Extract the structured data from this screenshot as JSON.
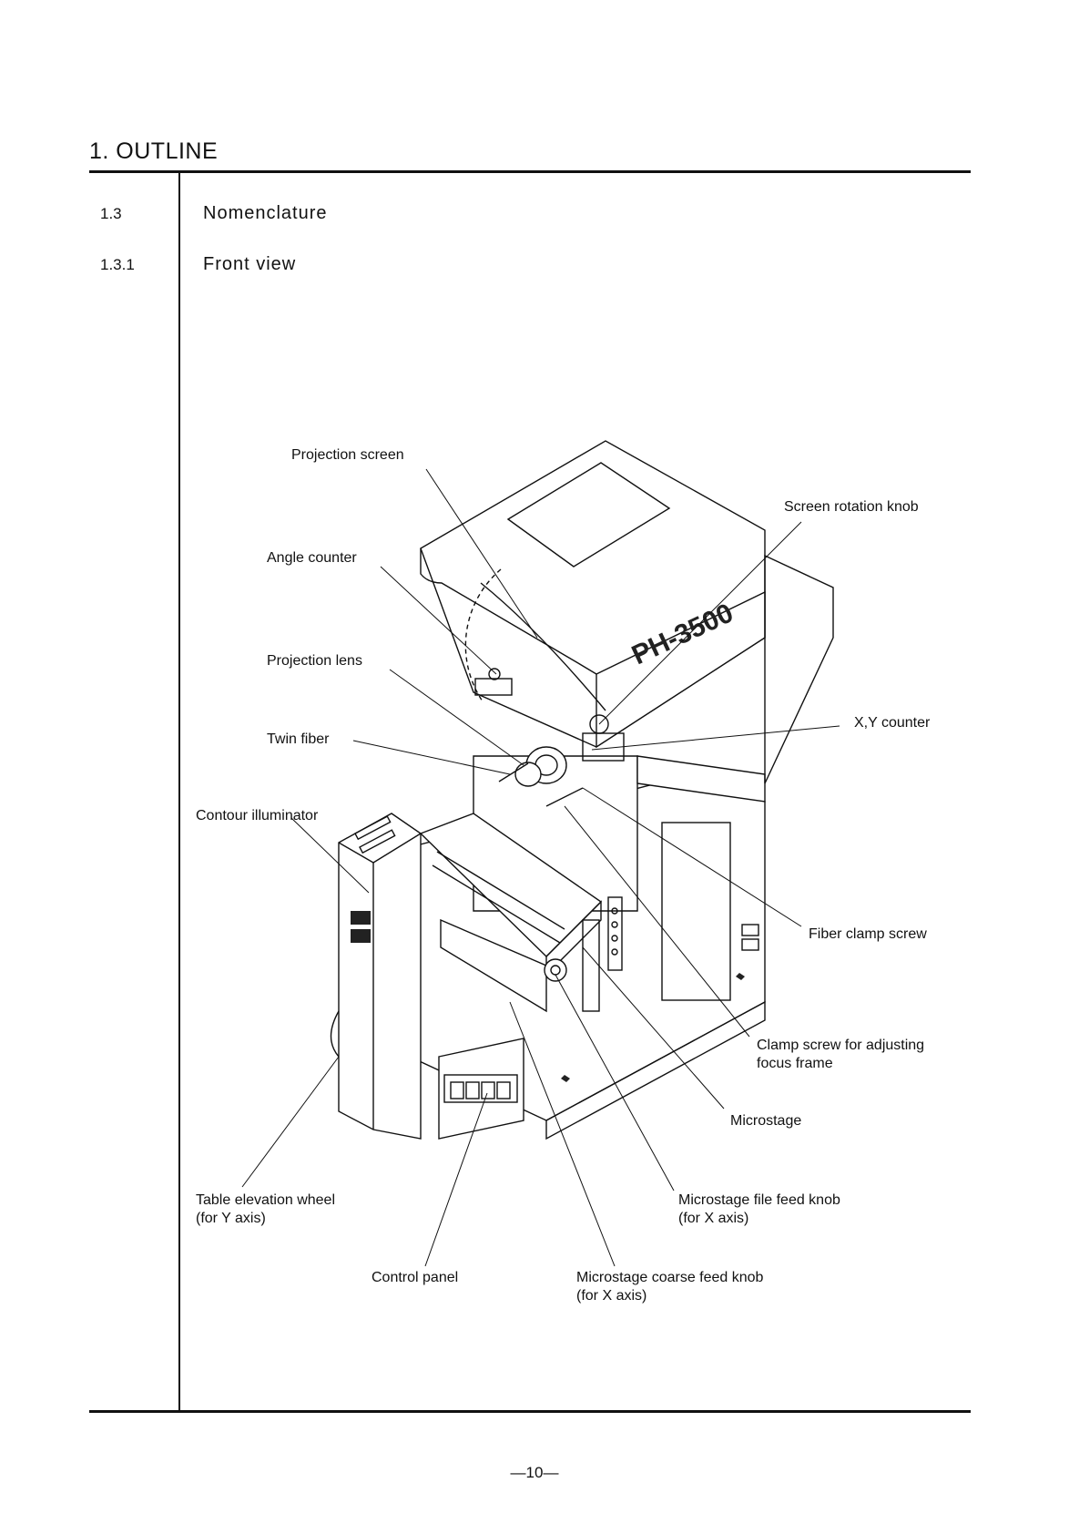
{
  "chapter": {
    "title": "1. OUTLINE"
  },
  "sections": [
    {
      "number": "1.3",
      "title": "Nomenclature"
    },
    {
      "number": "1.3.1",
      "title": "Front view"
    }
  ],
  "figure": {
    "callouts": [
      {
        "id": "projection-screen",
        "label": "Projection screen"
      },
      {
        "id": "screen-rotation-knob",
        "label": "Screen rotation knob"
      },
      {
        "id": "angle-counter",
        "label": "Angle counter"
      },
      {
        "id": "projection-lens",
        "label": "Projection lens"
      },
      {
        "id": "xy-counter",
        "label": "X,Y counter"
      },
      {
        "id": "twin-fiber",
        "label": "Twin fiber"
      },
      {
        "id": "contour-illuminator",
        "label": "Contour illuminator"
      },
      {
        "id": "fiber-clamp-screw",
        "label": "Fiber clamp screw"
      },
      {
        "id": "clamp-screw-focus-frame",
        "label": "Clamp screw for adjusting\nfocus frame"
      },
      {
        "id": "microstage",
        "label": "Microstage"
      },
      {
        "id": "table-elevation-wheel",
        "label": "Table elevation wheel\n(for Y axis)"
      },
      {
        "id": "microstage-fine-feed-knob",
        "label": "Microstage file feed knob\n(for X axis)"
      },
      {
        "id": "control-panel",
        "label": "Control panel"
      },
      {
        "id": "microstage-coarse-feed-knob",
        "label": "Microstage coarse feed knob\n(for X axis)"
      }
    ],
    "panel_model_text": "PH-3500"
  },
  "footer": {
    "page_number": "—10—"
  }
}
